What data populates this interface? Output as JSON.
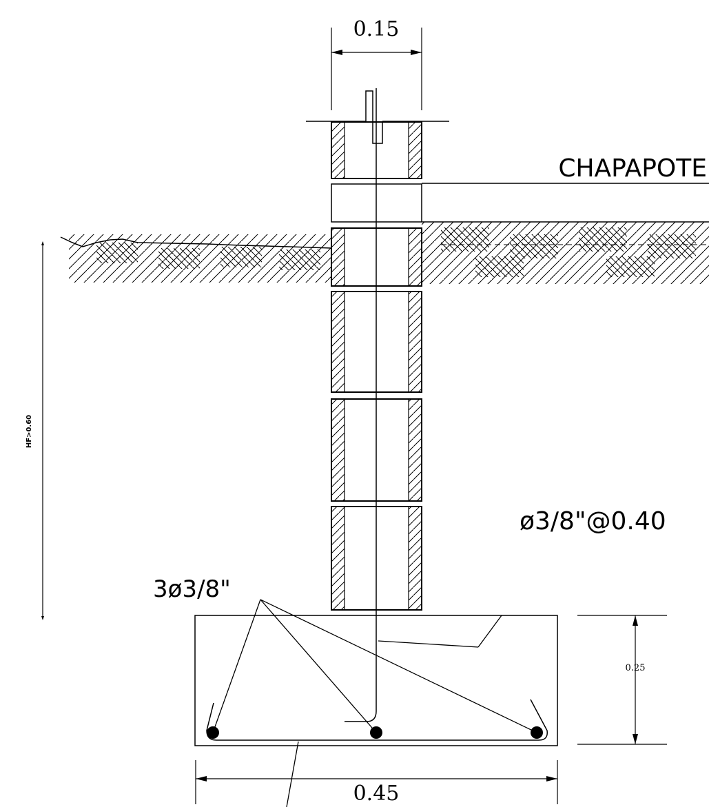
{
  "dimensions": {
    "column_width": "0.15",
    "footing_width": "0.45",
    "footing_depth": "0.25",
    "foundation_height": "HF>0.60"
  },
  "labels": {
    "chapapote": "CHAPAPOTE",
    "vertical_rebar": "ø3/8\"@0.40",
    "footing_rebar": "3ø3/8\""
  },
  "colors": {
    "line": "#000000",
    "background": "#ffffff"
  }
}
